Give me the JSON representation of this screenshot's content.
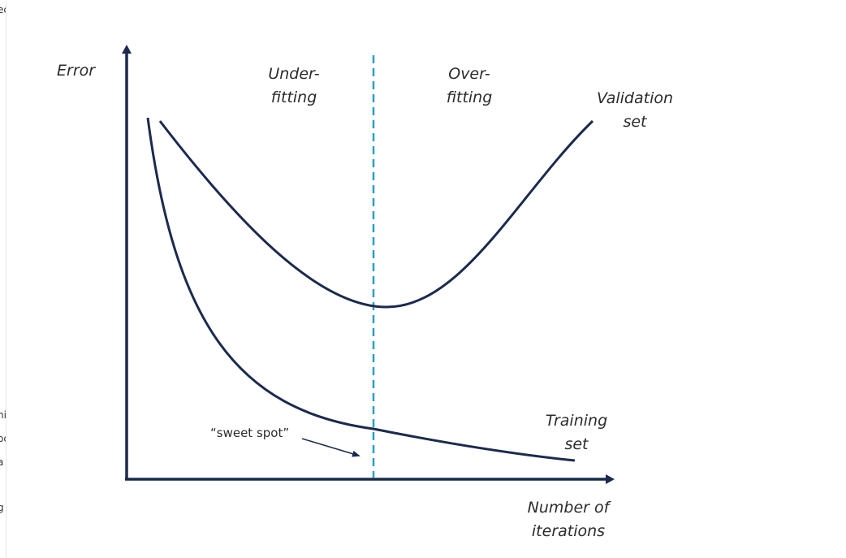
{
  "left_strip": [
    "ec",
    "ni",
    "oc",
    "a",
    "g"
  ],
  "labels": {
    "error": "Error",
    "underfitting_1": "Under-",
    "underfitting_2": "fitting",
    "overfitting_1": "Over-",
    "overfitting_2": "fitting",
    "validation_1": "Validation",
    "validation_2": "set",
    "training_1": "Training",
    "training_2": "set",
    "xaxis_1": "Number of",
    "xaxis_2": "iterations",
    "sweet_spot": "“sweet spot”"
  },
  "colors": {
    "curve": "#1b2a4e",
    "axis": "#1b2a4e",
    "divider": "#2aa0c8",
    "text": "#2b2b2b"
  }
}
